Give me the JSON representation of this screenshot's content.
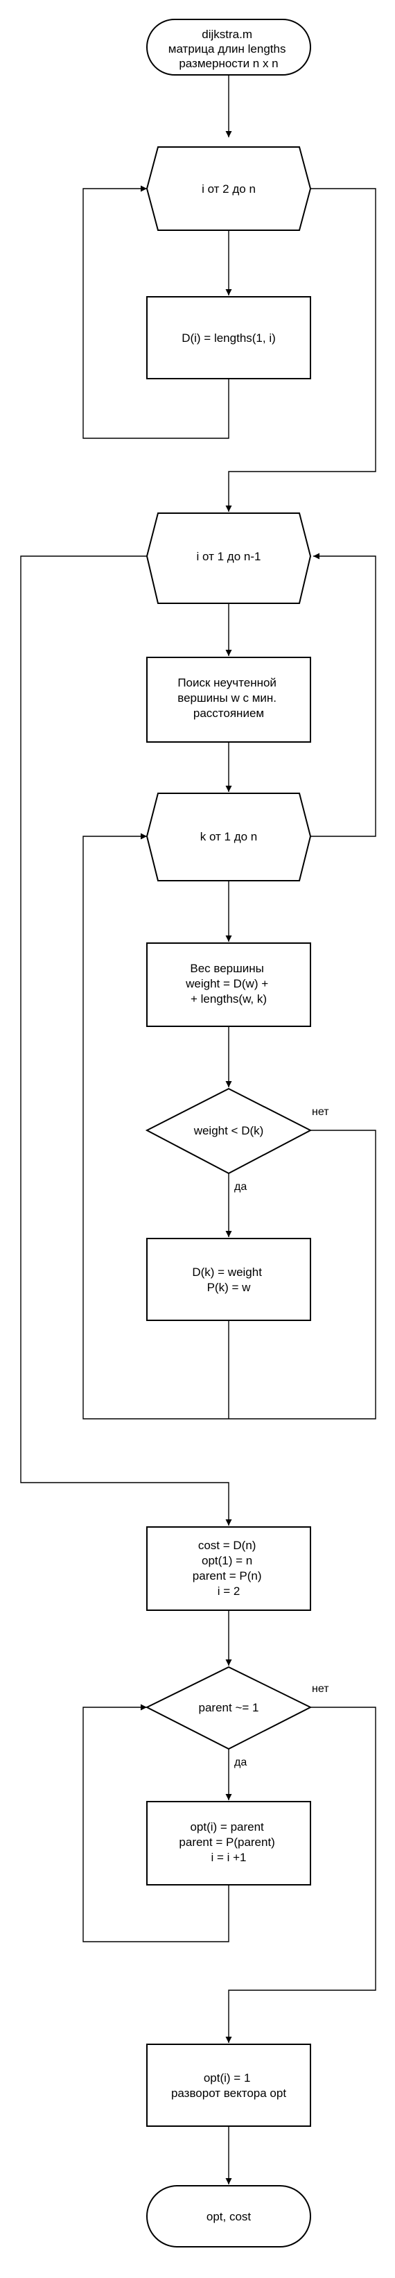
{
  "flowchart": {
    "start": [
      "dijkstra.m",
      "матрица длин lengths",
      "размерности n x n"
    ],
    "loop1": [
      "i от 2 до n"
    ],
    "init_d": [
      "D(i) = lengths(1, i)"
    ],
    "loop2": [
      "i от 1 до n-1"
    ],
    "find_w": [
      "Поиск неучтенной",
      "вершины w с мин.",
      "расстоянием"
    ],
    "loop3": [
      "k от 1 до n"
    ],
    "weight": [
      "Вес вершины",
      "weight = D(w) +",
      "+ lengths(w, k)"
    ],
    "cond1": [
      "weight < D(k)"
    ],
    "cond1_no": "нет",
    "cond1_yes": "да",
    "update": [
      "D(k) = weight",
      "P(k) = w"
    ],
    "init_opt": [
      "cost = D(n)",
      "opt(1) = n",
      "parent = P(n)",
      "i = 2"
    ],
    "cond2": [
      "parent ~= 1"
    ],
    "cond2_no": "нет",
    "cond2_yes": "да",
    "step": [
      "opt(i) = parent",
      "parent = P(parent)",
      "i = i +1"
    ],
    "reverse": [
      "opt(i) = 1",
      "разворот вектора opt"
    ],
    "end": [
      "opt, cost"
    ]
  }
}
